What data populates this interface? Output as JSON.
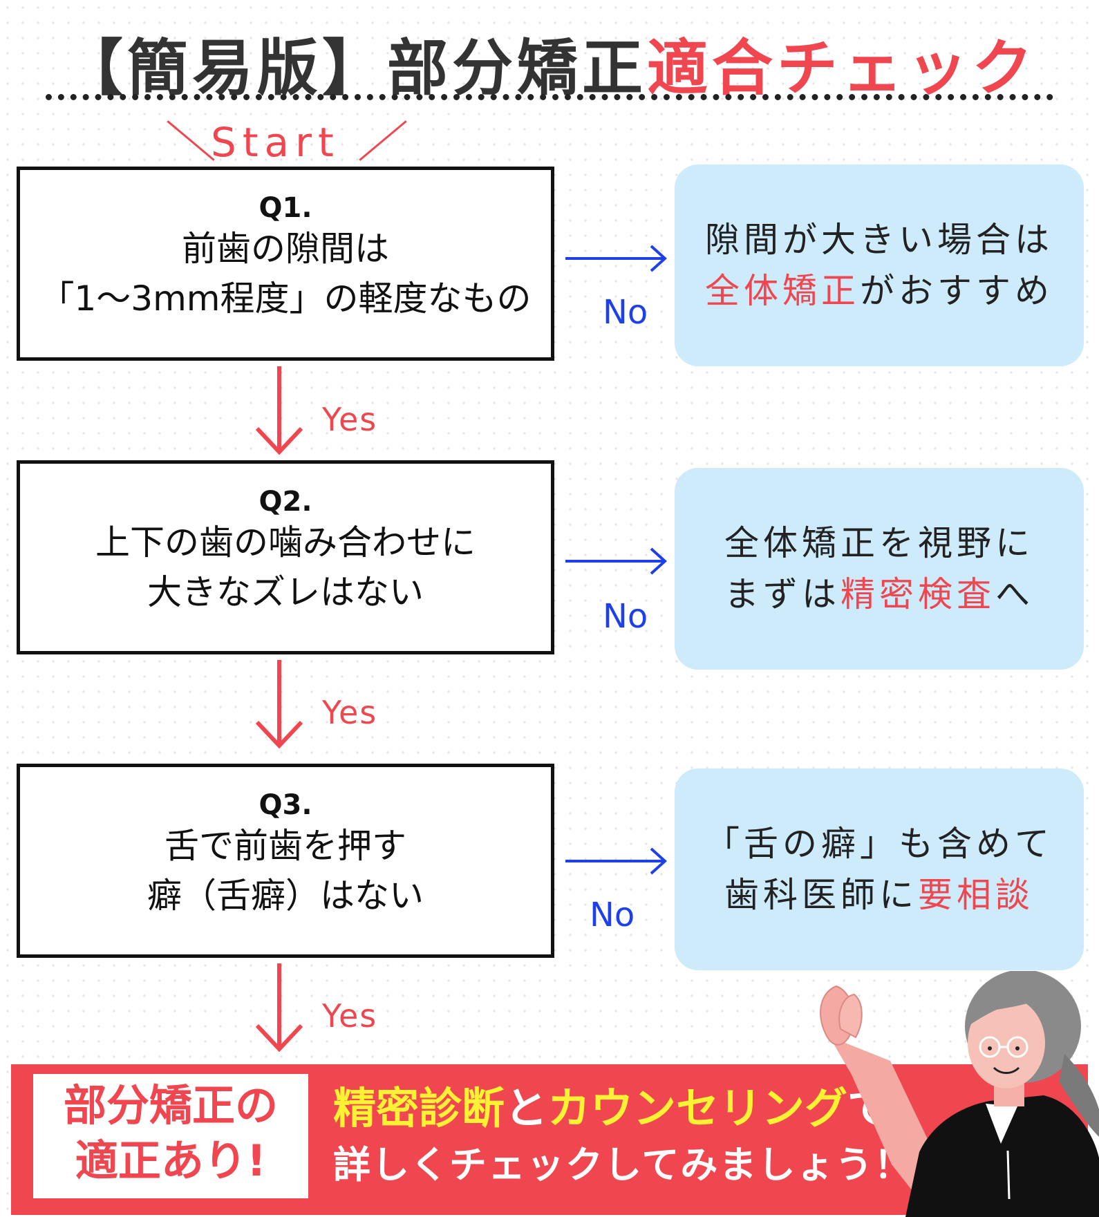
{
  "title": {
    "part1": "【簡易版】部分矯正",
    "part2": "適合チェック"
  },
  "start": {
    "label": "Start"
  },
  "questions": [
    {
      "num": "Q1.",
      "line1": "前歯の隙間は",
      "line2": "「1〜3mm程度」の軽度なもの"
    },
    {
      "num": "Q2.",
      "line1": "上下の歯の噛み合わせに",
      "line2": "大きなズレはない"
    },
    {
      "num": "Q3.",
      "line1": "舌で前歯を押す",
      "line2": "癖（舌癖）はない"
    }
  ],
  "answers": [
    {
      "l1": "隙間が大きい場合は",
      "l2a": "全体矯正",
      "l2b": "がおすすめ"
    },
    {
      "l1": "全体矯正を視野に",
      "l2a": "まずは",
      "l2b": "精密検査",
      "l2c": "へ"
    },
    {
      "l1": "「舌の癖」も含めて",
      "l2a": "歯科医師に",
      "l2b": "要相談"
    }
  ],
  "labels": {
    "no": "No",
    "yes": "Yes"
  },
  "result": {
    "box_line1": "部分矯正の",
    "box_line2": "適正あり!",
    "t1a": "精密診断",
    "t1b": "と",
    "t1c": "カウンセリング",
    "t1d": "で",
    "t2": "詳しくチェックしてみましょう！"
  },
  "colors": {
    "accent_red": "#f0464f",
    "no_blue": "#1e40e8",
    "answer_bg": "#cdebfb",
    "highlight_yellow": "#fff133"
  }
}
